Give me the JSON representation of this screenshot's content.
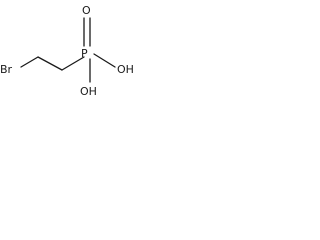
{
  "molecule": {
    "atoms": {
      "br": "Br",
      "p": "P",
      "o_double": "O",
      "oh_right": "OH",
      "oh_bottom": "OH"
    },
    "bond_orders": {
      "br_c1": 1,
      "c1_c2": 1,
      "c2_p": 1,
      "p_o_double": 2,
      "p_oh_right": 1,
      "p_oh_bottom": 1
    }
  }
}
